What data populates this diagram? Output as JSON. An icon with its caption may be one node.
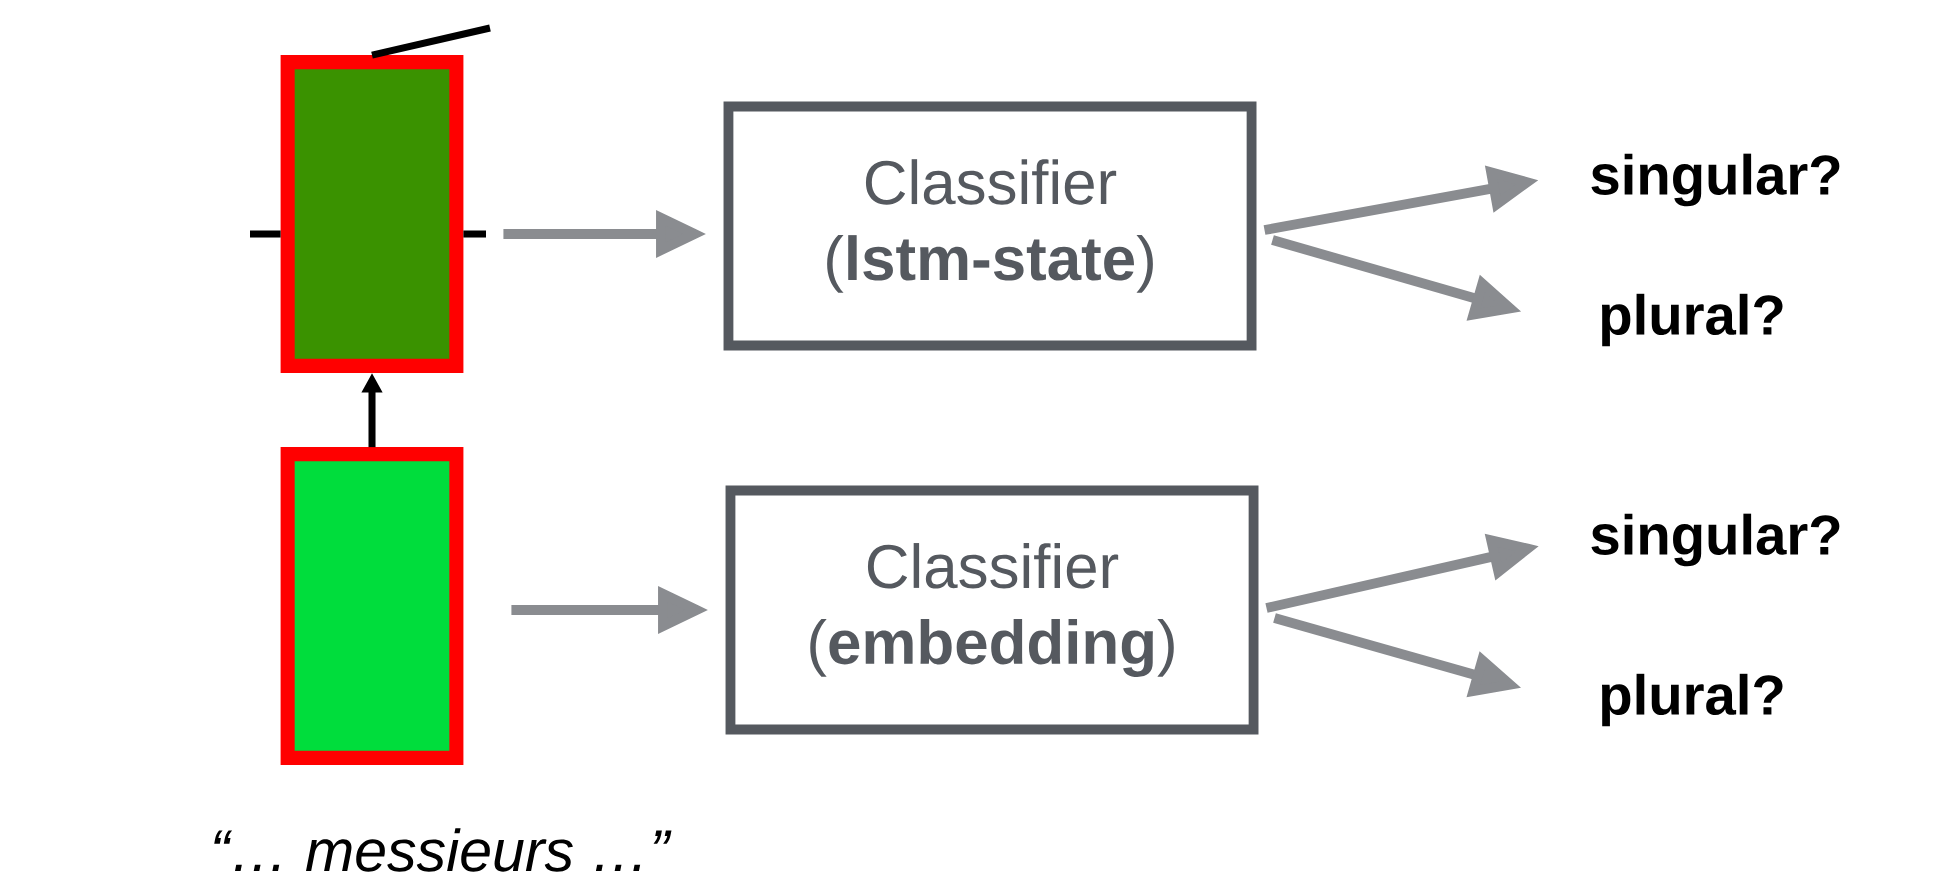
{
  "diagram": {
    "nodes": [
      {
        "text": [],
        "shape": "box"
      },
      {
        "text": [],
        "shape": "box"
      },
      {
        "text": [
          "Classifier (**lstm-state**)"
        ]
      },
      {
        "text": [
          "singular?"
        ]
      },
      {
        "text": [
          "plural?"
        ]
      },
      {
        "text": [
          "Classifier (**embedding**)"
        ]
      },
      {
        "text": [
          "singular?"
        ]
      },
      {
        "text": [
          "plural?"
        ]
      }
    ],
    "edges": [
      {
        "from": 1,
        "to": 0,
        "arrow": "to",
        "color": "#000000"
      },
      {
        "from": null,
        "to": 0,
        "arrow": "none",
        "color": "#000000"
      },
      {
        "from": 0,
        "to": null,
        "arrow": "none",
        "color": "#000000"
      },
      {
        "from": 0,
        "to": null,
        "arrow": "none",
        "color": "#000000"
      },
      {
        "from": 0,
        "to": 2,
        "arrow": "to"
      },
      {
        "from": 2,
        "to": 3,
        "arrow": "to"
      },
      {
        "from": 2,
        "to": 4,
        "arrow": "to"
      },
      {
        "from": 1,
        "to": 5,
        "arrow": "to"
      },
      {
        "from": 5,
        "to": 6,
        "arrow": "to"
      },
      {
        "from": 5,
        "to": 7,
        "arrow": "to"
      }
    ],
    "labels": [
      "“… messieurs …”"
    ]
  }
}
